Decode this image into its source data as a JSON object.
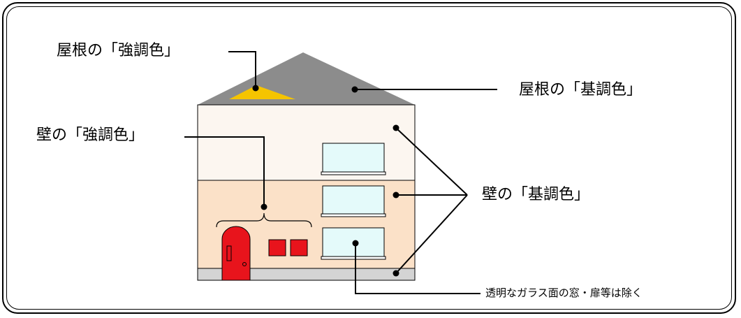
{
  "labels": {
    "roof_accent": "屋根の「強調色」",
    "roof_base": "屋根の「基調色」",
    "wall_accent": "壁の「強調色」",
    "wall_base": "壁の「基調色」",
    "exclusion_note": "透明なガラス面の窓・扉等は除く"
  },
  "colors": {
    "roof": "#8c8c8c",
    "roof_accent": "#f5c400",
    "wall_upper": "#fcf6f0",
    "wall_lower": "#fbe1c8",
    "base_strip": "#d4d4d4",
    "window": "#e4fafa",
    "door": "#e8141c",
    "red_panel": "#e8141c"
  },
  "icons": {
    "door_knob": "door-knob-icon",
    "callout_dot": "callout-dot-icon"
  }
}
